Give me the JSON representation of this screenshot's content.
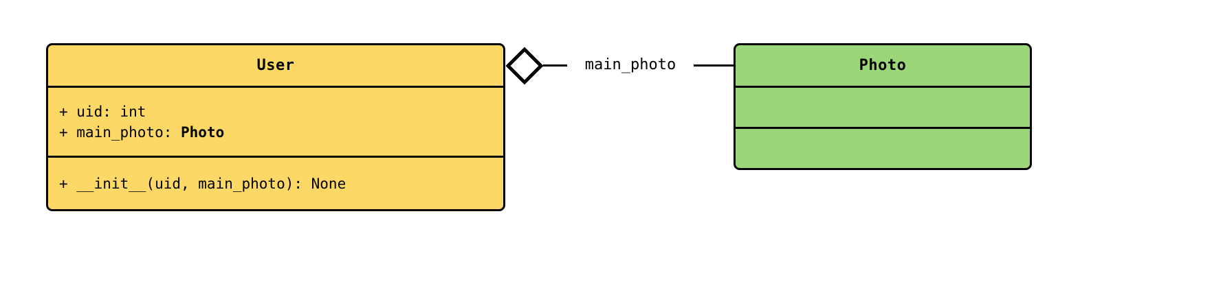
{
  "diagram": {
    "type": "uml-class-diagram",
    "background_color": "#ffffff",
    "classes": [
      {
        "name": "User",
        "fill_color": "#fcd966",
        "border_color": "#000000",
        "attributes": [
          {
            "text": "+ uid: int"
          },
          {
            "prefix": "+ main_photo: ",
            "type_name": "Photo"
          }
        ],
        "methods": [
          {
            "text": "+ __init__(uid, main_photo): None"
          }
        ]
      },
      {
        "name": "Photo",
        "fill_color": "#9bd678",
        "border_color": "#000000",
        "attributes": [],
        "methods": []
      }
    ],
    "relationships": [
      {
        "kind": "aggregation",
        "source": "User",
        "target": "Photo",
        "label": "main_photo",
        "marker": "hollow-diamond",
        "marker_fill": "#ffffff",
        "marker_stroke": "#000000"
      }
    ]
  }
}
